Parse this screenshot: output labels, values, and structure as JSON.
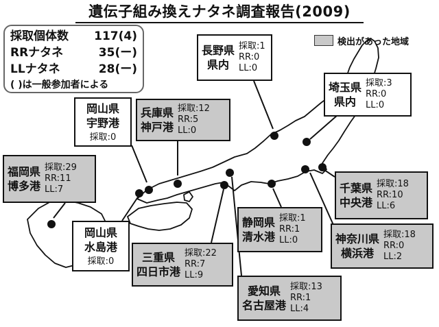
{
  "title": "遺伝子組み換えナタネ調査報告(2009)",
  "summary": {
    "rows": [
      {
        "label": "採取個体数",
        "value": "117(4)"
      },
      {
        "label": "RRナタネ",
        "value": "35(ー)"
      },
      {
        "label": "LLナタネ",
        "value": "28(ー)"
      }
    ],
    "note": "(  )は一般参加者による"
  },
  "legend": {
    "label": "検出があった地域",
    "color": "#c9c9c9"
  },
  "colors": {
    "detected_fill": "#c9c9c9",
    "not_detected_fill": "#ffffff",
    "land": "#ffffff",
    "outline": "#111111"
  },
  "sites": {
    "nagano": {
      "name": [
        "長野県",
        "県内"
      ],
      "stats": [
        "採取:1",
        "RR:0",
        "LL:0"
      ]
    },
    "saitama": {
      "name": [
        "埼玉県",
        "県内"
      ],
      "stats": [
        "採取:3",
        "RR:0",
        "LL:0"
      ]
    },
    "okayama_uno": {
      "name": [
        "岡山県",
        "宇野港"
      ],
      "stats": [
        "採取:0"
      ]
    },
    "hyogo": {
      "name": [
        "兵庫県",
        "神戸港"
      ],
      "stats": [
        "採取:12",
        "RR:5",
        "LL:0"
      ]
    },
    "fukuoka": {
      "name": [
        "福岡県",
        "博多港"
      ],
      "stats": [
        "採取:29",
        "RR:11",
        "LL:7"
      ]
    },
    "chiba": {
      "name": [
        "千葉県",
        "中央港"
      ],
      "stats": [
        "採取:18",
        "RR:10",
        "LL:6"
      ]
    },
    "okayama_mizushima": {
      "name": [
        "岡山県",
        "水島港"
      ],
      "stats": [
        "採取:0"
      ]
    },
    "shizuoka": {
      "name": [
        "静岡県",
        "清水港"
      ],
      "stats": [
        "採取:1",
        "RR:1",
        "LL:0"
      ]
    },
    "kanagawa": {
      "name": [
        "神奈川県",
        "横浜港"
      ],
      "stats": [
        "採取:18",
        "RR:0",
        "LL:2"
      ]
    },
    "mie": {
      "name": [
        "三重県",
        "四日市港"
      ],
      "stats": [
        "採取:22",
        "RR:7",
        "LL:9"
      ]
    },
    "aichi": {
      "name": [
        "愛知県",
        "名古屋港"
      ],
      "stats": [
        "採取:13",
        "RR:1",
        "LL:4"
      ]
    }
  }
}
